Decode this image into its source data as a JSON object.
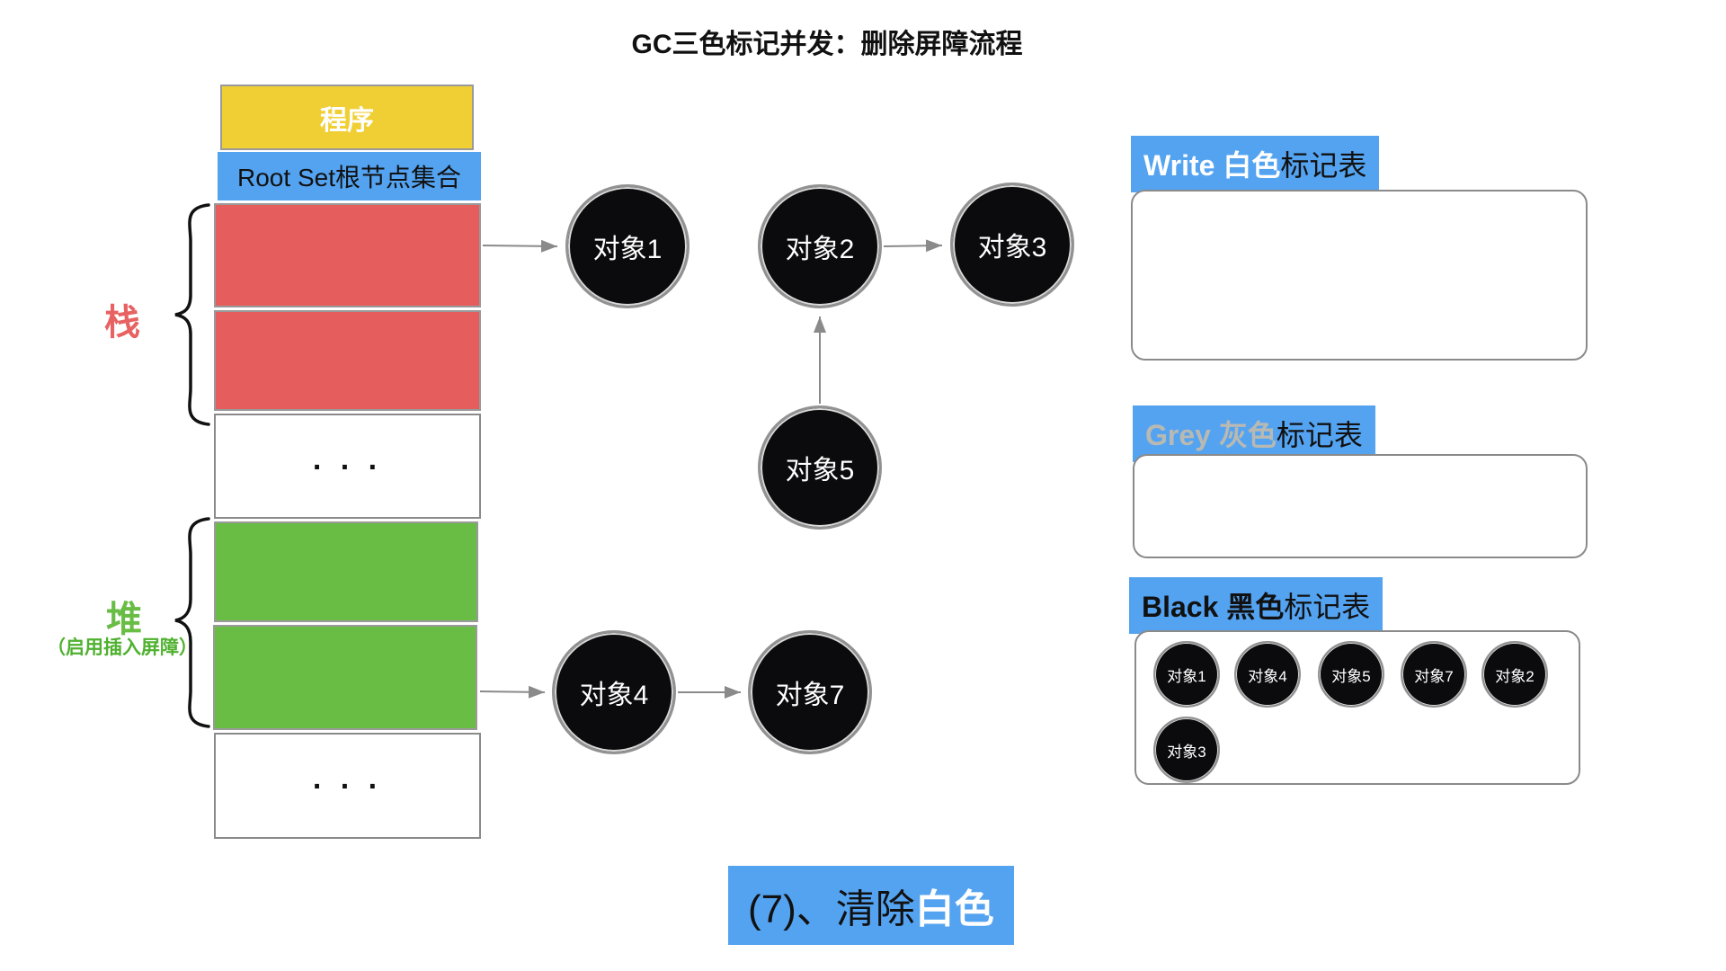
{
  "title": "GC三色标记并发：删除屏障流程",
  "memory": {
    "program": "程序",
    "root_set": "Root Set根节点集合",
    "ellipsis": ". . .",
    "stack_label": "栈",
    "heap_label": "堆",
    "heap_note": "（启用插入屏障）"
  },
  "graph": {
    "node1": "对象1",
    "node2": "对象2",
    "node3": "对象3",
    "node5": "对象5",
    "node4": "对象4",
    "node7": "对象7"
  },
  "panels": {
    "white": {
      "title_highlight": "Write 白色",
      "title_rest": "标记表",
      "items": []
    },
    "grey": {
      "title_highlight": "Grey 灰色",
      "title_rest": "标记表",
      "items": []
    },
    "black": {
      "title_highlight": "Black 黑色",
      "title_rest": "标记表",
      "items": [
        "对象1",
        "对象4",
        "对象5",
        "对象7",
        "对象2",
        "对象3"
      ]
    }
  },
  "caption": {
    "text": "(7)、清除",
    "highlight": "白色"
  },
  "colors": {
    "highlight_blue": "#54A3F1",
    "program_yellow": "#F0CF35",
    "stack_red": "#E55D5D",
    "heap_green": "#69BD45",
    "node_black": "#0B0B0D",
    "arrow_grey": "#8A8A8A"
  }
}
